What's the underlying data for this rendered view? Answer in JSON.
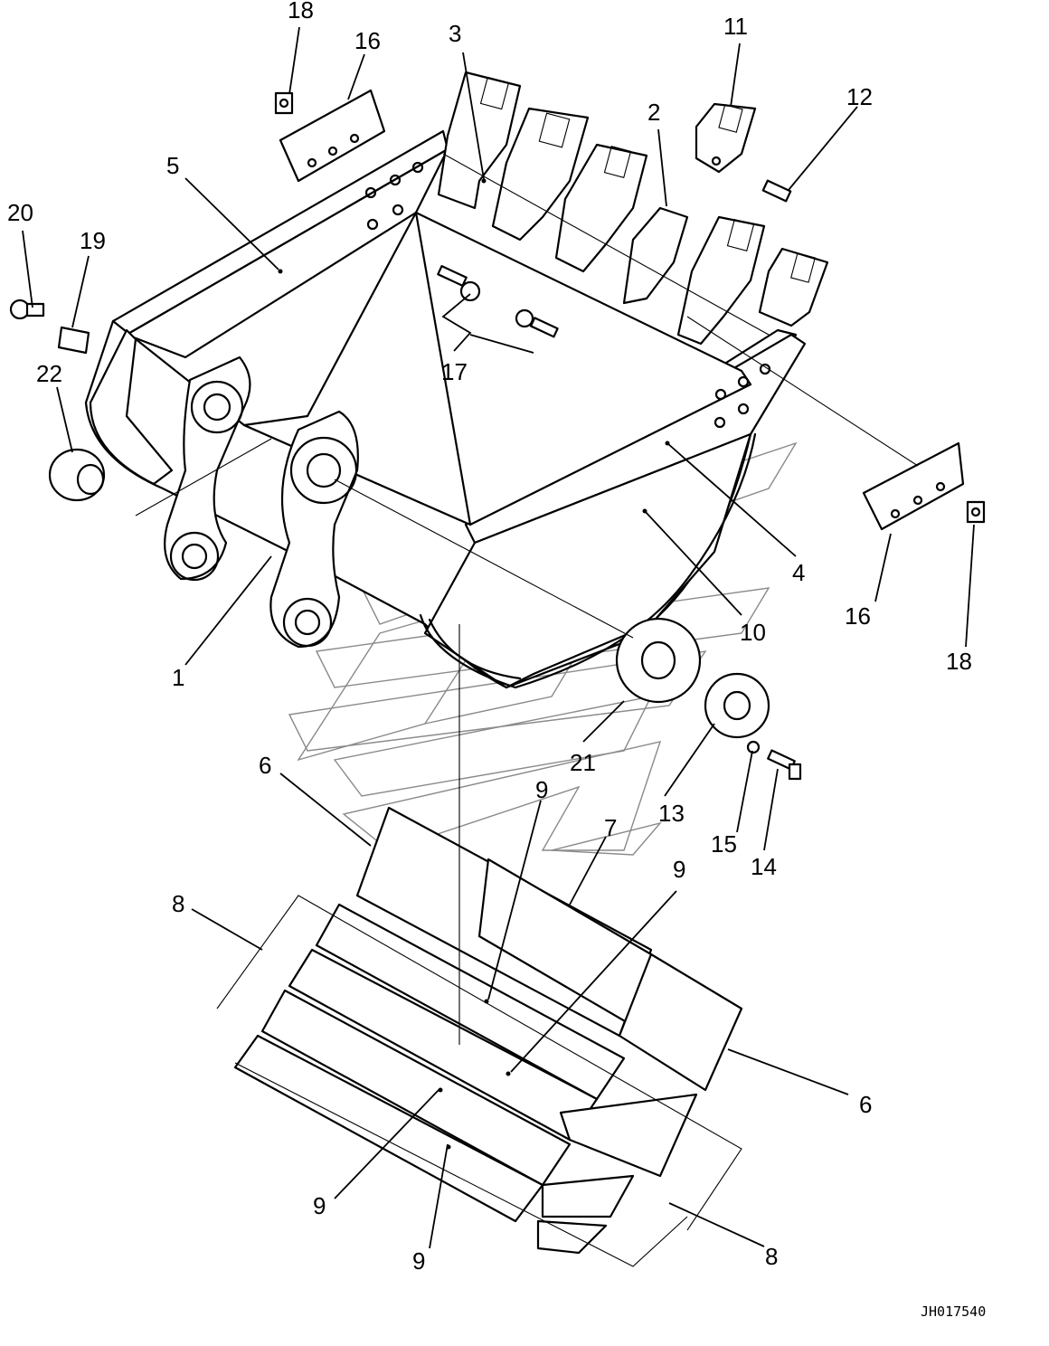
{
  "diagram": {
    "drawing_code": "JH017540",
    "callouts": {
      "c18a": "18",
      "c16a": "16",
      "c3": "3",
      "c11": "11",
      "c12": "12",
      "c2": "2",
      "c5": "5",
      "c20": "20",
      "c19": "19",
      "c22": "22",
      "c17": "17",
      "c4": "4",
      "c10": "10",
      "c16b": "16",
      "c18b": "18",
      "c1": "1",
      "c21": "21",
      "c13": "13",
      "c6a": "6",
      "c9a": "9",
      "c7": "7",
      "c9b": "9",
      "c15": "15",
      "c14": "14",
      "c8a": "8",
      "c6b": "6",
      "c9c": "9",
      "c9d": "9",
      "c8b": "8"
    }
  }
}
